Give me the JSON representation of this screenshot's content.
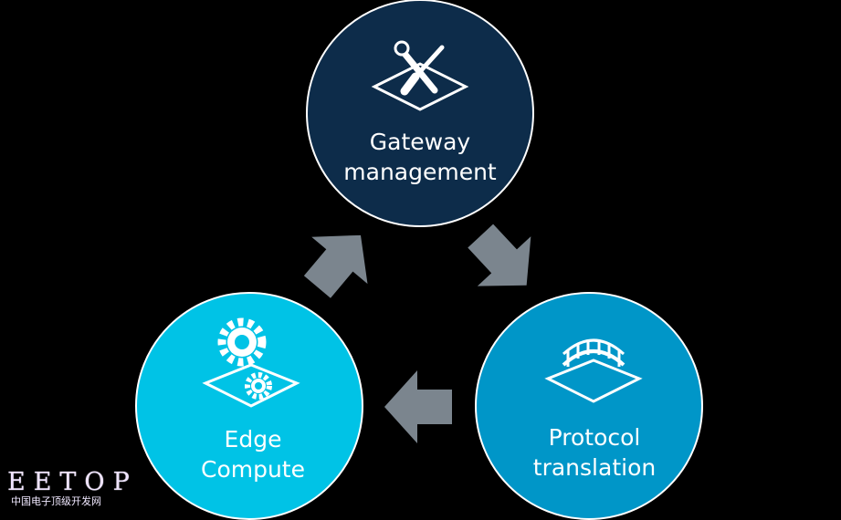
{
  "nodes": [
    {
      "id": "gateway",
      "lines": [
        "Gateway",
        "management"
      ],
      "color": "#0d2c4a",
      "icon": "tools-icon"
    },
    {
      "id": "protocol",
      "lines": [
        "Protocol",
        "translation"
      ],
      "color": "#0096c8",
      "icon": "bridge-icon"
    },
    {
      "id": "edge",
      "lines": [
        "Edge",
        "Compute"
      ],
      "color": "#00c3e6",
      "icon": "gears-icon"
    }
  ],
  "arrow_color": "#7b858e",
  "watermark": {
    "logo": "EETOP",
    "subtitle": "中国电子顶级开发网"
  }
}
